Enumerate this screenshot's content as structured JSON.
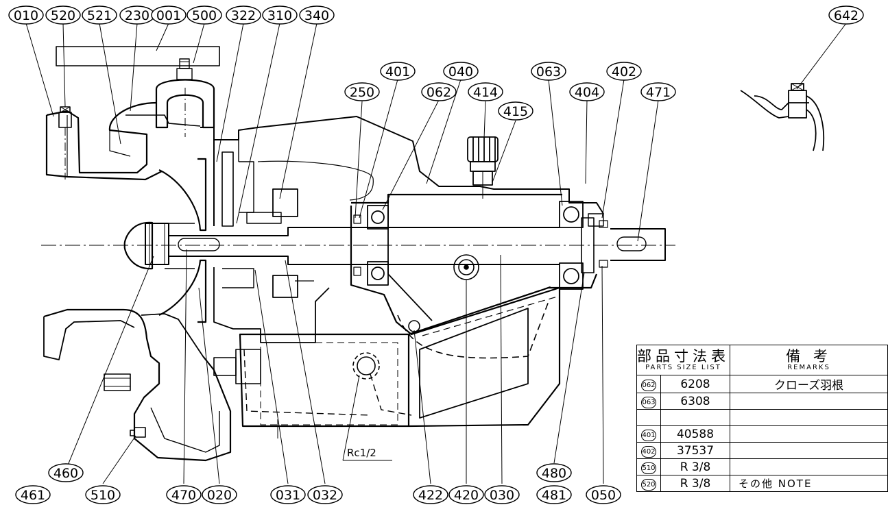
{
  "balloons_top": [
    "010",
    "520",
    "521",
    "230",
    "001",
    "500",
    "322",
    "310",
    "340",
    "401",
    "040",
    "063",
    "402",
    "250",
    "062",
    "414",
    "415",
    "404",
    "471",
    "642"
  ],
  "balloons_bottom": [
    "460",
    "461",
    "510",
    "470",
    "020",
    "031",
    "032",
    "422",
    "420",
    "030",
    "480",
    "481",
    "050"
  ],
  "thread_label": "Rc1/2",
  "parts_table": {
    "header_title": "部品寸法表",
    "header_subtitle": "PARTS SIZE LIST",
    "remarks_title": "備 考",
    "remarks_subtitle": "REMARKS",
    "rows": [
      {
        "no": "062",
        "size": "6208",
        "remark": "クローズ羽根"
      },
      {
        "no": "063",
        "size": "6308",
        "remark": ""
      },
      {
        "no": "",
        "size": "",
        "remark": ""
      },
      {
        "no": "401",
        "size": "40588",
        "remark": ""
      },
      {
        "no": "402",
        "size": "37537",
        "remark": ""
      },
      {
        "no": "510",
        "size": "R 3/8",
        "remark": ""
      },
      {
        "no": "520",
        "size": "R 3/8",
        "remark": "その他 NOTE"
      }
    ]
  }
}
